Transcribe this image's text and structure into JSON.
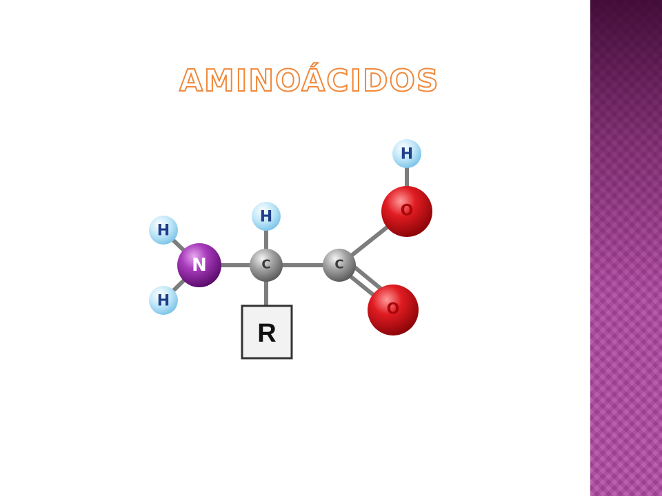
{
  "slide": {
    "title": "AMINOÁCIDOS"
  },
  "colors": {
    "title_outline": "#f0883a",
    "side_panel": "#b048a2",
    "hydrogen": "#bfe6f8",
    "nitrogen": "#8a1e9c",
    "carbon": "#8f8f8f",
    "oxygen": "#d8161c",
    "bond": "#7d7d7d"
  },
  "diagram": {
    "atoms": {
      "h_top_carboxyl": "H",
      "o_hydroxyl": "O",
      "h_alpha": "H",
      "h_amino_top": "H",
      "n_amino": "N",
      "c_alpha": "C",
      "c_carboxyl": "C",
      "h_amino_bottom": "H",
      "o_carbonyl": "O"
    },
    "side_chain": "R"
  }
}
